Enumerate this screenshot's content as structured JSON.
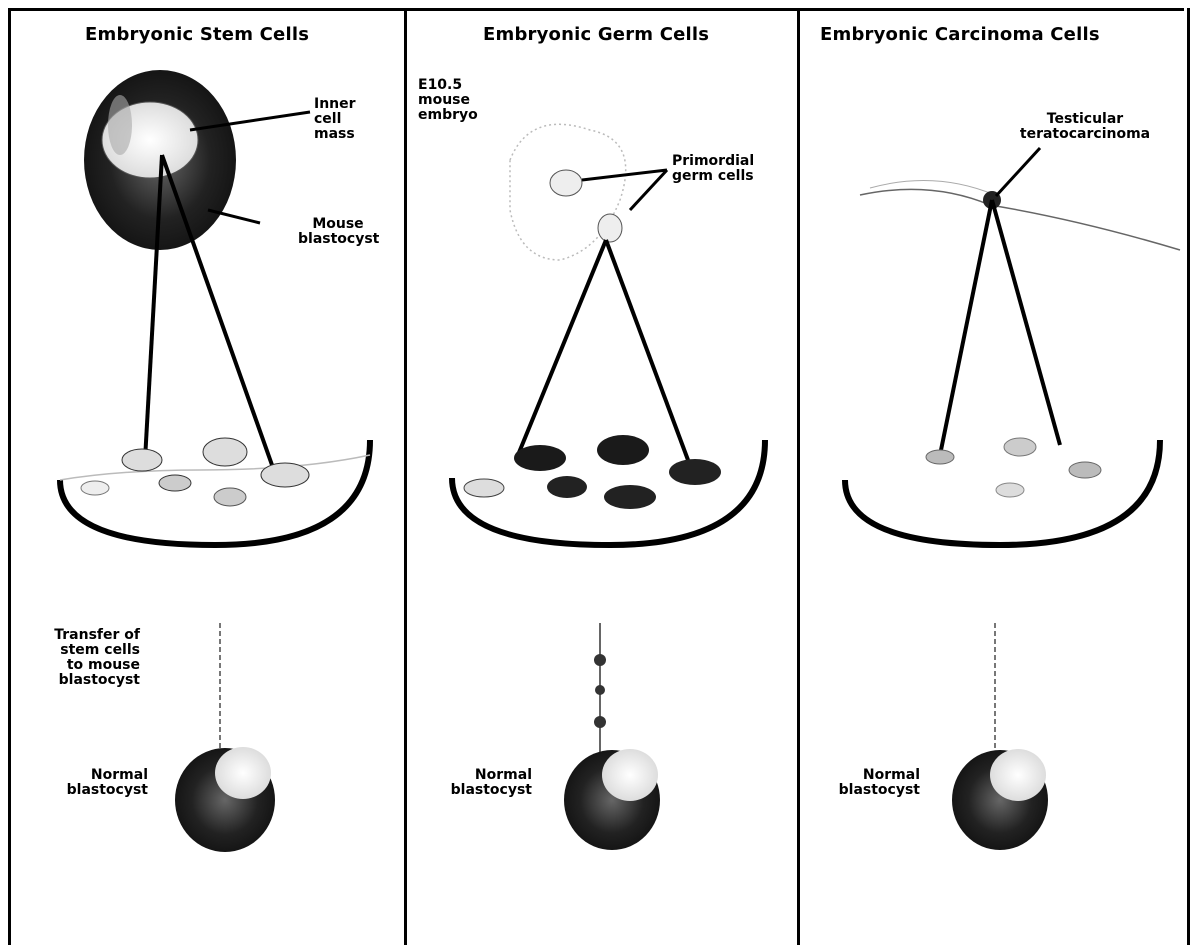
{
  "panels": [
    {
      "title": "Embryonic Stem Cells",
      "source_label": "Inner\ncell\nmass",
      "source2_label": "Mouse\nblastocyst",
      "transfer_label": "Transfer of\nstem cells\nto mouse\nblastocyst",
      "recipient_label": "Normal\nblastocyst"
    },
    {
      "title": "Embryonic Germ Cells",
      "source_label": "E10.5\nmouse\nembryo",
      "source2_label": "Primordial\ngerm cells",
      "recipient_label": "Normal\nblastocyst"
    },
    {
      "title": "Embryonic Carcinoma Cells",
      "source_label": "Testicular\nteratocarcinoma",
      "recipient_label": "Normal\nblastocyst"
    }
  ]
}
